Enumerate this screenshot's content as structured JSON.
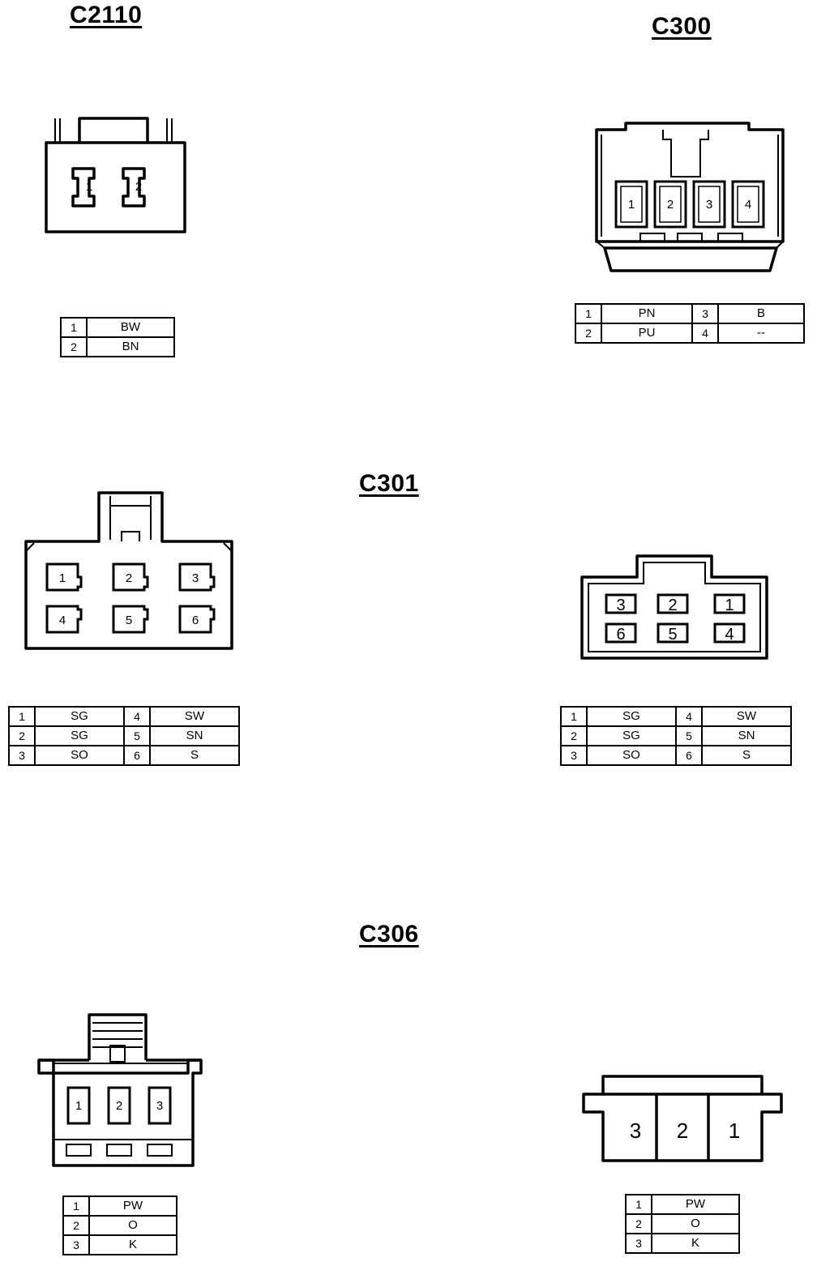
{
  "connectors": {
    "c2110": {
      "title": "C2110",
      "pin_labels": [
        "1",
        "2"
      ],
      "wiring": [
        {
          "pin": "1",
          "color": "BW"
        },
        {
          "pin": "2",
          "color": "BN"
        }
      ]
    },
    "c300": {
      "title": "C300",
      "pin_labels": [
        "1",
        "2",
        "3",
        "4"
      ],
      "wiring": [
        {
          "pin_a": "1",
          "color_a": "PN",
          "pin_b": "3",
          "color_b": "B"
        },
        {
          "pin_a": "2",
          "color_a": "PU",
          "pin_b": "4",
          "color_b": "--"
        }
      ]
    },
    "c301": {
      "title": "C301",
      "left_pin_labels": [
        "1",
        "2",
        "3",
        "4",
        "5",
        "6"
      ],
      "right_pin_labels": [
        "3",
        "2",
        "1",
        "6",
        "5",
        "4"
      ],
      "wiring_left": [
        {
          "pin_a": "1",
          "color_a": "SG",
          "pin_b": "4",
          "color_b": "SW"
        },
        {
          "pin_a": "2",
          "color_a": "SG",
          "pin_b": "5",
          "color_b": "SN"
        },
        {
          "pin_a": "3",
          "color_a": "SO",
          "pin_b": "6",
          "color_b": "S"
        }
      ],
      "wiring_right": [
        {
          "pin_a": "1",
          "color_a": "SG",
          "pin_b": "4",
          "color_b": "SW"
        },
        {
          "pin_a": "2",
          "color_a": "SG",
          "pin_b": "5",
          "color_b": "SN"
        },
        {
          "pin_a": "3",
          "color_a": "SO",
          "pin_b": "6",
          "color_b": "S"
        }
      ]
    },
    "c306": {
      "title": "C306",
      "left_pin_labels": [
        "1",
        "2",
        "3"
      ],
      "right_pin_labels": [
        "3",
        "2",
        "1"
      ],
      "wiring_left": [
        {
          "pin": "1",
          "color": "PW"
        },
        {
          "pin": "2",
          "color": "O"
        },
        {
          "pin": "3",
          "color": "K"
        }
      ],
      "wiring_right": [
        {
          "pin": "1",
          "color": "PW"
        },
        {
          "pin": "2",
          "color": "O"
        },
        {
          "pin": "3",
          "color": "K"
        }
      ]
    }
  }
}
